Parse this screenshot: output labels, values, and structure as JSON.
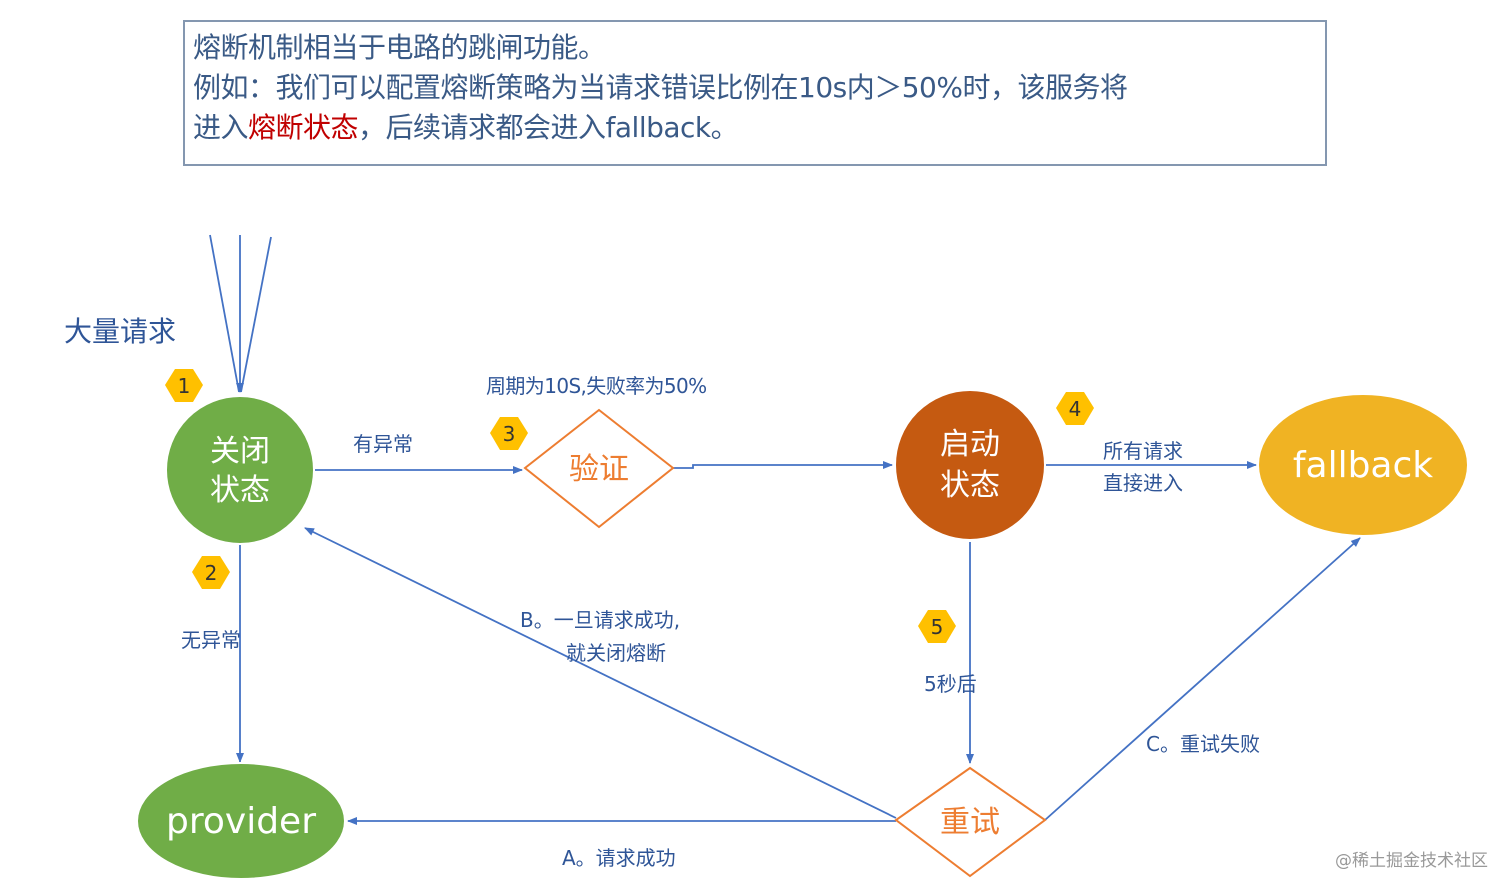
{
  "description": {
    "line1": "熔断机制相当于电路的跳闸功能。",
    "line2": "例如：我们可以配置熔断策略为当请求错误比例在10s内＞50%时，该服务将",
    "line3_prefix": "进入",
    "line3_highlight": "熔断状态",
    "line3_suffix": "，后续请求都会进入fallback。"
  },
  "nodes": {
    "closed_line1": "关闭",
    "closed_line2": "状态",
    "verify": "验证",
    "open_line1": "启动",
    "open_line2": "状态",
    "fallback": "fallback",
    "provider": "provider",
    "retry": "重试"
  },
  "labels": {
    "mass_requests": "大量请求",
    "period": "周期为10S,失败率为50%",
    "has_exception": "有异常",
    "no_exception": "无异常",
    "all_requests_line1": "所有请求",
    "all_requests_line2": "直接进入",
    "five_seconds": "5秒后",
    "b_line1": "B。一旦请求成功,",
    "b_line2": "就关闭熔断",
    "a_label": "A。请求成功",
    "c_label": "C。重试失败"
  },
  "badges": [
    "1",
    "2",
    "3",
    "4",
    "5"
  ],
  "watermark": "@稀土掘金技术社区",
  "colors": {
    "closed_state": "#70ad47",
    "open_state": "#c55a11",
    "fallback": "#f0b323",
    "provider": "#70ad47",
    "diamond_border": "#ed7d31",
    "arrow": "#4472c4",
    "badge": "#ffc000",
    "label_text": "#2f5597",
    "highlight": "#c00000"
  }
}
